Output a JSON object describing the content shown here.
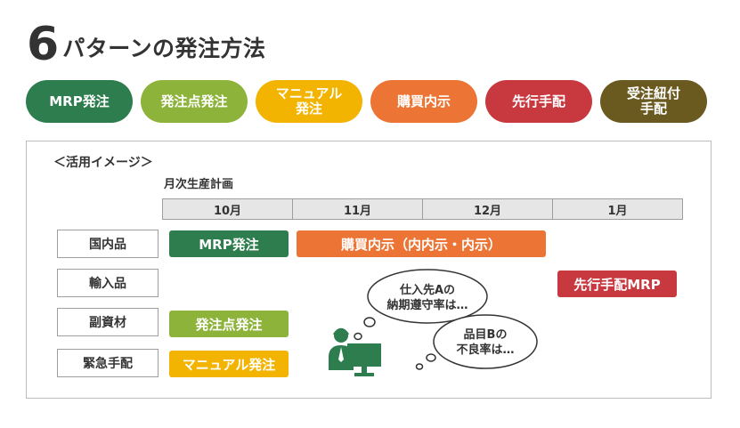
{
  "title": {
    "number": "6",
    "text": "パターンの発注方法"
  },
  "patterns": [
    {
      "label": "MRP発注",
      "color": "#2e7d4f"
    },
    {
      "label": "発注点発注",
      "color": "#8db33a"
    },
    {
      "label": "マニュアル発注",
      "color": "#f2b400"
    },
    {
      "label": "購買内示",
      "color": "#ec7535"
    },
    {
      "label": "先行手配",
      "color": "#c8383f"
    },
    {
      "label": "受注紐付手配",
      "color": "#6b5a20"
    }
  ],
  "panel": {
    "label": "＜活用イメージ＞",
    "plan_label": "月次生産計画",
    "months": [
      "10月",
      "11月",
      "12月",
      "1月"
    ],
    "rows": [
      "国内品",
      "輸入品",
      "副資材",
      "緊急手配"
    ],
    "bars": {
      "mrp": "MRP発注",
      "purchase": "購買内示（内内示・内示）",
      "advance": "先行手配MRP",
      "reorder": "発注点発注",
      "manual": "マニュアル発注"
    },
    "bubbles": {
      "first_line1": "仕入先Aの",
      "first_line2": "納期遵守率は…",
      "second_line1": "品目Bの",
      "second_line2": "不良率は…"
    }
  },
  "icons": {
    "person": "person-at-computer-icon"
  }
}
